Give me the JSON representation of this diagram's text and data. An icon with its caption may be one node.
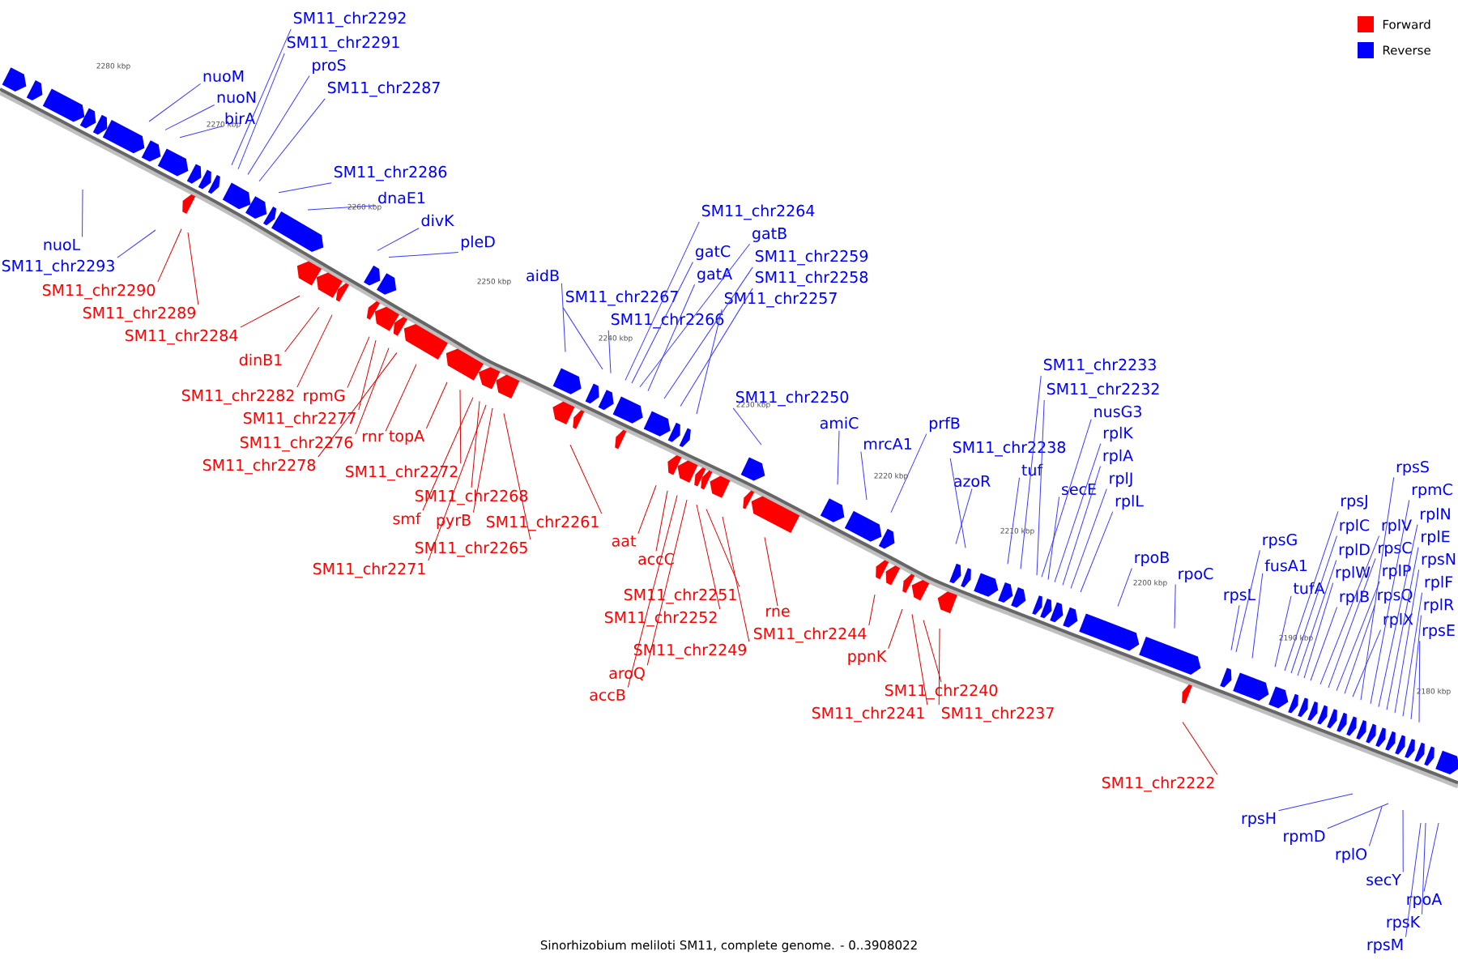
{
  "diagram": {
    "caption": "Sinorhizobium meliloti SM11, complete genome. - 0..3908022",
    "nodes": [
      {
        "text": [
          "nuoM"
        ]
      },
      {
        "text": [
          "nuoN"
        ]
      },
      {
        "text": [
          "birA"
        ]
      },
      {
        "text": [
          "SM11_chr2292"
        ]
      },
      {
        "text": [
          "SM11_chr2291"
        ]
      },
      {
        "text": [
          "proS"
        ]
      },
      {
        "text": [
          "SM11_chr2287"
        ]
      },
      {
        "text": [
          "SM11_chr2286"
        ]
      },
      {
        "text": [
          "dnaE1"
        ]
      },
      {
        "text": [
          "divK"
        ]
      },
      {
        "text": [
          "pleD"
        ]
      },
      {
        "text": [
          "nuoL"
        ]
      },
      {
        "text": [
          "SM11_chr2293"
        ]
      },
      {
        "text": [
          "SM11_chr2290"
        ]
      },
      {
        "text": [
          "SM11_chr2289"
        ]
      },
      {
        "text": [
          "SM11_chr2284"
        ]
      },
      {
        "text": [
          "dinB1"
        ]
      },
      {
        "text": [
          "SM11_chr2282"
        ]
      },
      {
        "text": [
          "rpmG"
        ]
      },
      {
        "text": [
          "SM11_chr2277"
        ]
      },
      {
        "text": [
          "SM11_chr2276"
        ]
      },
      {
        "text": [
          "SM11_chr2278"
        ]
      },
      {
        "text": [
          "rnr"
        ]
      },
      {
        "text": [
          "topA"
        ]
      },
      {
        "text": [
          "SM11_chr2272"
        ]
      },
      {
        "text": [
          "SM11_chr2268"
        ]
      },
      {
        "text": [
          "smf"
        ]
      },
      {
        "text": [
          "pyrB"
        ]
      },
      {
        "text": [
          "SM11_chr2265"
        ]
      },
      {
        "text": [
          "SM11_chr2261"
        ]
      },
      {
        "text": [
          "SM11_chr2271"
        ]
      },
      {
        "text": [
          "aat"
        ]
      },
      {
        "text": [
          "accC"
        ]
      },
      {
        "text": [
          "SM11_chr2251"
        ]
      },
      {
        "text": [
          "SM11_chr2252"
        ]
      },
      {
        "text": [
          "SM11_chr2249"
        ]
      },
      {
        "text": [
          "aroQ"
        ]
      },
      {
        "text": [
          "accB"
        ]
      },
      {
        "text": [
          "rne"
        ]
      },
      {
        "text": [
          "SM11_chr2244"
        ]
      },
      {
        "text": [
          "ppnK"
        ]
      },
      {
        "text": [
          "SM11_chr2240"
        ]
      },
      {
        "text": [
          "SM11_chr2241"
        ]
      },
      {
        "text": [
          "SM11_chr2237"
        ]
      },
      {
        "text": [
          "SM11_chr2222"
        ]
      },
      {
        "text": [
          "aidB"
        ]
      },
      {
        "text": [
          "SM11_chr2267"
        ]
      },
      {
        "text": [
          "SM11_chr2266"
        ]
      },
      {
        "text": [
          "SM11_chr2264"
        ]
      },
      {
        "text": [
          "gatC"
        ]
      },
      {
        "text": [
          "gatB"
        ]
      },
      {
        "text": [
          "gatA"
        ]
      },
      {
        "text": [
          "SM11_chr2259"
        ]
      },
      {
        "text": [
          "SM11_chr2258"
        ]
      },
      {
        "text": [
          "SM11_chr2257"
        ]
      },
      {
        "text": [
          "SM11_chr2250"
        ]
      },
      {
        "text": [
          "amiC"
        ]
      },
      {
        "text": [
          "mrcA1"
        ]
      },
      {
        "text": [
          "prfB"
        ]
      },
      {
        "text": [
          "SM11_chr2238"
        ]
      },
      {
        "text": [
          "azoR"
        ]
      },
      {
        "text": [
          "tuf"
        ]
      },
      {
        "text": [
          "SM11_chr2233"
        ]
      },
      {
        "text": [
          "SM11_chr2232"
        ]
      },
      {
        "text": [
          "nusG3"
        ]
      },
      {
        "text": [
          "secE"
        ]
      },
      {
        "text": [
          "rplK"
        ]
      },
      {
        "text": [
          "rplA"
        ]
      },
      {
        "text": [
          "rplJ"
        ]
      },
      {
        "text": [
          "rplL"
        ]
      },
      {
        "text": [
          "rpoB"
        ]
      },
      {
        "text": [
          "rpoC"
        ]
      },
      {
        "text": [
          "rpsL"
        ]
      },
      {
        "text": [
          "rpsG"
        ]
      },
      {
        "text": [
          "fusA1"
        ]
      },
      {
        "text": [
          "tufA"
        ]
      },
      {
        "text": [
          "rpsJ"
        ]
      },
      {
        "text": [
          "rplC"
        ]
      },
      {
        "text": [
          "rplD"
        ]
      },
      {
        "text": [
          "rplW"
        ]
      },
      {
        "text": [
          "rplB"
        ]
      },
      {
        "text": [
          "rplV"
        ]
      },
      {
        "text": [
          "rpsC"
        ]
      },
      {
        "text": [
          "rplP"
        ]
      },
      {
        "text": [
          "rpsQ"
        ]
      },
      {
        "text": [
          "rplX"
        ]
      },
      {
        "text": [
          "rpsS"
        ]
      },
      {
        "text": [
          "rpmC"
        ]
      },
      {
        "text": [
          "rplN"
        ]
      },
      {
        "text": [
          "rplE"
        ]
      },
      {
        "text": [
          "rpsN"
        ]
      },
      {
        "text": [
          "rplF"
        ]
      },
      {
        "text": [
          "rplR"
        ]
      },
      {
        "text": [
          "rpsE"
        ]
      },
      {
        "text": [
          "rpsH"
        ]
      },
      {
        "text": [
          "rpmD"
        ]
      },
      {
        "text": [
          "rplO"
        ]
      },
      {
        "text": [
          "secY"
        ]
      },
      {
        "text": [
          "rpoA"
        ]
      },
      {
        "text": [
          "rpsK"
        ]
      },
      {
        "text": [
          "rpsM"
        ]
      }
    ],
    "edges": [
      {
        "from": 0,
        "to": null,
        "arrow": "none"
      },
      {
        "from": 1,
        "to": null,
        "arrow": "none"
      },
      {
        "from": 2,
        "to": null,
        "arrow": "none"
      },
      {
        "from": 3,
        "to": null,
        "arrow": "none"
      },
      {
        "from": 4,
        "to": null,
        "arrow": "none"
      },
      {
        "from": 5,
        "to": null,
        "arrow": "none"
      },
      {
        "from": 6,
        "to": null,
        "arrow": "none"
      },
      {
        "from": 7,
        "to": null,
        "arrow": "none"
      },
      {
        "from": 8,
        "to": null,
        "arrow": "none"
      },
      {
        "from": 9,
        "to": null,
        "arrow": "none"
      },
      {
        "from": 10,
        "to": null,
        "arrow": "none"
      },
      {
        "from": 11,
        "to": null,
        "arrow": "none"
      },
      {
        "from": 12,
        "to": null,
        "arrow": "none"
      },
      {
        "from": 13,
        "to": null,
        "arrow": "none",
        "color": "#ff0000"
      },
      {
        "from": 14,
        "to": null,
        "arrow": "none",
        "color": "#ff0000"
      },
      {
        "from": 15,
        "to": null,
        "arrow": "none",
        "color": "#ff0000"
      },
      {
        "from": 16,
        "to": null,
        "arrow": "none",
        "color": "#ff0000"
      },
      {
        "from": 17,
        "to": null,
        "arrow": "none",
        "color": "#ff0000"
      },
      {
        "from": 18,
        "to": null,
        "arrow": "none",
        "color": "#ff0000"
      },
      {
        "from": 19,
        "to": null,
        "arrow": "none",
        "color": "#ff0000"
      },
      {
        "from": 20,
        "to": null,
        "arrow": "none",
        "color": "#ff0000"
      },
      {
        "from": 21,
        "to": null,
        "arrow": "none",
        "color": "#ff0000"
      },
      {
        "from": 22,
        "to": null,
        "arrow": "none",
        "color": "#ff0000"
      },
      {
        "from": 23,
        "to": null,
        "arrow": "none",
        "color": "#ff0000"
      },
      {
        "from": 24,
        "to": null,
        "arrow": "none",
        "color": "#ff0000"
      },
      {
        "from": 25,
        "to": null,
        "arrow": "none",
        "color": "#ff0000"
      },
      {
        "from": 26,
        "to": null,
        "arrow": "none",
        "color": "#ff0000"
      },
      {
        "from": 27,
        "to": null,
        "arrow": "none",
        "color": "#ff0000"
      },
      {
        "from": 28,
        "to": null,
        "arrow": "none",
        "color": "#ff0000"
      },
      {
        "from": 29,
        "to": null,
        "arrow": "none",
        "color": "#ff0000"
      },
      {
        "from": 30,
        "to": null,
        "arrow": "none",
        "color": "#ff0000"
      },
      {
        "from": 31,
        "to": null,
        "arrow": "none",
        "color": "#ff0000"
      },
      {
        "from": 32,
        "to": null,
        "arrow": "none",
        "color": "#ff0000"
      },
      {
        "from": 33,
        "to": null,
        "arrow": "none",
        "color": "#ff0000"
      },
      {
        "from": 34,
        "to": null,
        "arrow": "none",
        "color": "#ff0000"
      },
      {
        "from": 35,
        "to": null,
        "arrow": "none",
        "color": "#ff0000"
      },
      {
        "from": 36,
        "to": null,
        "arrow": "none",
        "color": "#ff0000"
      },
      {
        "from": 37,
        "to": null,
        "arrow": "none",
        "color": "#ff0000"
      },
      {
        "from": 38,
        "to": null,
        "arrow": "none",
        "color": "#ff0000"
      },
      {
        "from": 39,
        "to": null,
        "arrow": "none",
        "color": "#ff0000"
      },
      {
        "from": 40,
        "to": null,
        "arrow": "none",
        "color": "#ff0000"
      },
      {
        "from": 41,
        "to": null,
        "arrow": "none",
        "color": "#ff0000"
      },
      {
        "from": 42,
        "to": null,
        "arrow": "none",
        "color": "#ff0000"
      },
      {
        "from": 43,
        "to": null,
        "arrow": "none",
        "color": "#ff0000"
      },
      {
        "from": 44,
        "to": null,
        "arrow": "none",
        "color": "#ff0000"
      },
      {
        "from": 45,
        "to": null,
        "arrow": "none"
      },
      {
        "from": 46,
        "to": null,
        "arrow": "none"
      },
      {
        "from": 47,
        "to": null,
        "arrow": "none"
      },
      {
        "from": 48,
        "to": null,
        "arrow": "none"
      },
      {
        "from": 49,
        "to": null,
        "arrow": "none"
      },
      {
        "from": 50,
        "to": null,
        "arrow": "none"
      },
      {
        "from": 51,
        "to": null,
        "arrow": "none"
      },
      {
        "from": 52,
        "to": null,
        "arrow": "none"
      },
      {
        "from": 53,
        "to": null,
        "arrow": "none"
      },
      {
        "from": 54,
        "to": null,
        "arrow": "none"
      },
      {
        "from": 55,
        "to": null,
        "arrow": "none"
      },
      {
        "from": 56,
        "to": null,
        "arrow": "none"
      },
      {
        "from": 57,
        "to": null,
        "arrow": "none"
      },
      {
        "from": 58,
        "to": null,
        "arrow": "none"
      },
      {
        "from": 59,
        "to": null,
        "arrow": "none"
      },
      {
        "from": 60,
        "to": null,
        "arrow": "none"
      },
      {
        "from": 61,
        "to": null,
        "arrow": "none"
      },
      {
        "from": 62,
        "to": null,
        "arrow": "none"
      },
      {
        "from": 63,
        "to": null,
        "arrow": "none"
      },
      {
        "from": 64,
        "to": null,
        "arrow": "none"
      },
      {
        "from": 65,
        "to": null,
        "arrow": "none"
      },
      {
        "from": 66,
        "to": null,
        "arrow": "none"
      },
      {
        "from": 67,
        "to": null,
        "arrow": "none"
      },
      {
        "from": 68,
        "to": null,
        "arrow": "none"
      },
      {
        "from": 69,
        "to": null,
        "arrow": "none"
      },
      {
        "from": 70,
        "to": null,
        "arrow": "none"
      },
      {
        "from": 71,
        "to": null,
        "arrow": "none"
      },
      {
        "from": 72,
        "to": null,
        "arrow": "none"
      },
      {
        "from": 73,
        "to": null,
        "arrow": "none"
      },
      {
        "from": 74,
        "to": null,
        "arrow": "none"
      },
      {
        "from": 75,
        "to": null,
        "arrow": "none"
      },
      {
        "from": 76,
        "to": null,
        "arrow": "none"
      },
      {
        "from": 77,
        "to": null,
        "arrow": "none"
      },
      {
        "from": 78,
        "to": null,
        "arrow": "none"
      },
      {
        "from": 79,
        "to": null,
        "arrow": "none"
      },
      {
        "from": 80,
        "to": null,
        "arrow": "none"
      },
      {
        "from": 81,
        "to": null,
        "arrow": "none"
      },
      {
        "from": 82,
        "to": null,
        "arrow": "none"
      },
      {
        "from": 83,
        "to": null,
        "arrow": "none"
      },
      {
        "from": 84,
        "to": null,
        "arrow": "none"
      },
      {
        "from": 85,
        "to": null,
        "arrow": "none"
      },
      {
        "from": 86,
        "to": null,
        "arrow": "none"
      },
      {
        "from": 87,
        "to": null,
        "arrow": "none"
      },
      {
        "from": 88,
        "to": null,
        "arrow": "none"
      },
      {
        "from": 89,
        "to": null,
        "arrow": "none"
      },
      {
        "from": 90,
        "to": null,
        "arrow": "none"
      },
      {
        "from": 91,
        "to": null,
        "arrow": "none"
      },
      {
        "from": 92,
        "to": null,
        "arrow": "none"
      },
      {
        "from": 93,
        "to": null,
        "arrow": "none"
      },
      {
        "from": 94,
        "to": null,
        "arrow": "none"
      },
      {
        "from": 95,
        "to": null,
        "arrow": "none"
      },
      {
        "from": 96,
        "to": null,
        "arrow": "none"
      },
      {
        "from": 97,
        "to": null,
        "arrow": "none"
      },
      {
        "from": 98,
        "to": null,
        "arrow": "none"
      },
      {
        "from": 99,
        "to": null,
        "arrow": "none"
      },
      {
        "from": 100,
        "to": null,
        "arrow": "none"
      }
    ],
    "labels": [
      "2280 kbp",
      "2270 kbp",
      "2260 kbp",
      "2250 kbp",
      "2240 kbp",
      "2230 kbp",
      "2220 kbp",
      "2210 kbp",
      "2200 kbp",
      "2190 kbp",
      "2180 kbp"
    ],
    "legend": [
      {
        "text": "Forward",
        "color": "#ff0000"
      },
      {
        "text": "Reverse",
        "color": "#0000ff"
      }
    ]
  }
}
